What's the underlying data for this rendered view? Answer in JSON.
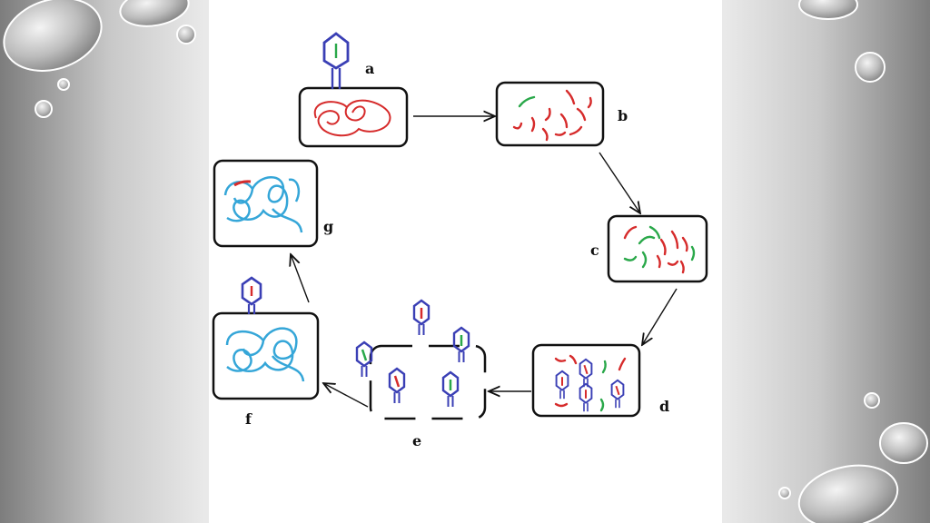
{
  "diagram": {
    "stages": [
      {
        "id": "a",
        "label": "a"
      },
      {
        "id": "b",
        "label": "b"
      },
      {
        "id": "c",
        "label": "c"
      },
      {
        "id": "d",
        "label": "d"
      },
      {
        "id": "e",
        "label": "e"
      },
      {
        "id": "f",
        "label": "f"
      },
      {
        "id": "g",
        "label": "g"
      }
    ],
    "colors": {
      "cell_border": "#111111",
      "phage_dna": "#d62b2b",
      "phage_protein": "#2aa84a",
      "phage_capsid": "#3a3fb5",
      "bacterial_dna": "#35a6d8",
      "droplet": "#d8d8d8"
    }
  }
}
